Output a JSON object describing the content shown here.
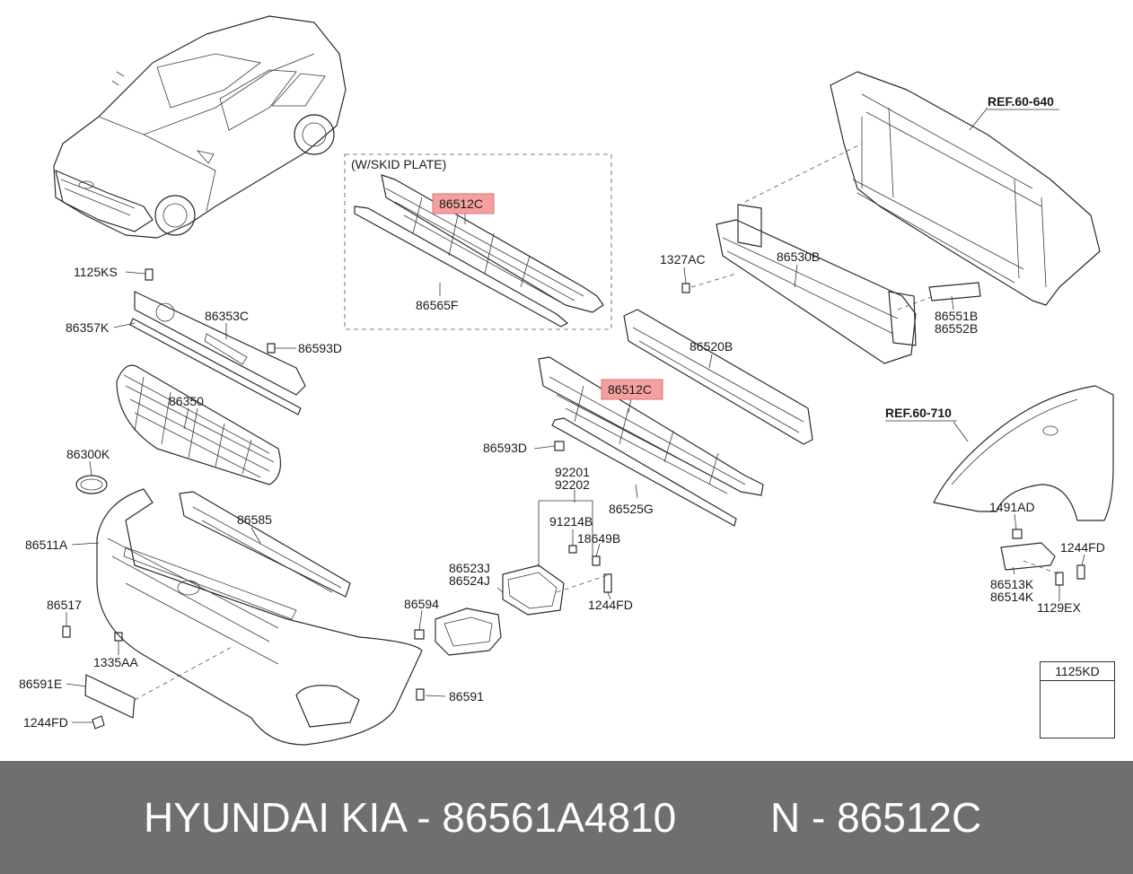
{
  "diagram": {
    "labels": {
      "l_1125KS": "1125KS",
      "l_86357K": "86357K",
      "l_86353C": "86353C",
      "l_86593D_a": "86593D",
      "l_86350": "86350",
      "l_86300K": "86300K",
      "l_86511A": "86511A",
      "l_86585": "86585",
      "l_86517": "86517",
      "l_1335AA": "1335AA",
      "l_86591E": "86591E",
      "l_1244FD_a": "1244FD",
      "l_skid": "(W/SKID PLATE)",
      "l_86512C_a": "86512C",
      "l_86565F": "86565F",
      "l_1327AC": "1327AC",
      "l_86530B": "86530B",
      "l_86520B": "86520B",
      "l_86512C_b": "86512C",
      "l_86593D_b": "86593D",
      "l_92201": "92201",
      "l_92202": "92202",
      "l_91214B": "91214B",
      "l_18649B": "18649B",
      "l_86525G": "86525G",
      "l_86523J": "86523J",
      "l_86524J": "86524J",
      "l_86594": "86594",
      "l_1244FD_b": "1244FD",
      "l_86591": "86591",
      "l_86551B": "86551B",
      "l_86552B": "86552B",
      "l_1491AD": "1491AD",
      "l_1244FD_c": "1244FD",
      "l_86513K": "86513K",
      "l_86514K": "86514K",
      "l_1129EX": "1129EX"
    },
    "refs": {
      "r_60640": "REF.60-640",
      "r_60710": "REF.60-710"
    },
    "inset_title": "1125KD",
    "highlight_color": "#f4a0a0"
  },
  "footer": {
    "brand": "HYUNDAI  KIA - 86561A4810",
    "part": "N - 86512C",
    "background": "#6f6f6f"
  }
}
